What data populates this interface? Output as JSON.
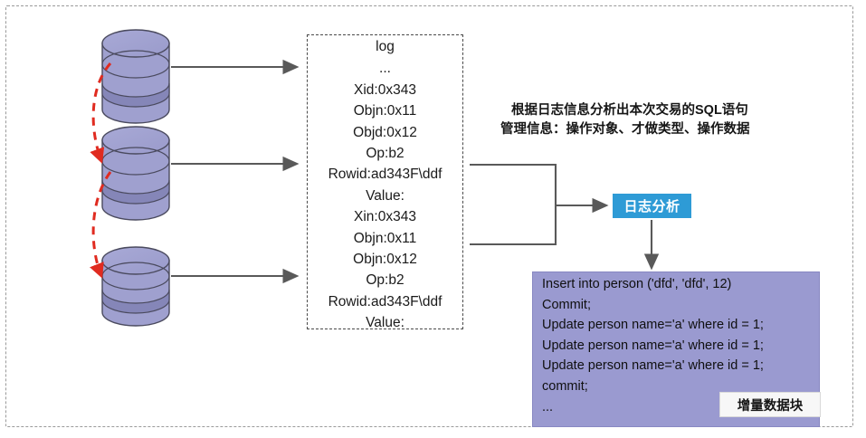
{
  "diagram": {
    "title": "Database log parsing to SQL flow",
    "colors": {
      "cylinder_body": "#9fa0cf",
      "cylinder_band": "#7e7fb0",
      "cylinder_stroke": "#4a4a5e",
      "sql_block": "#9a9ad0",
      "badge_blue": "#2e9bd6",
      "arrow_gray": "#595959",
      "dashed_red": "#e02b20",
      "frame_gray": "#9a9a9a"
    }
  },
  "databases": [
    {
      "name": "database-cylinder-1"
    },
    {
      "name": "database-cylinder-2"
    },
    {
      "name": "database-cylinder-3"
    }
  ],
  "log_box": {
    "lines": [
      "log",
      "...",
      "Xid:0x343",
      "Objn:0x11",
      "Objd:0x12",
      "Op:b2",
      "Rowid:ad343F\\ddf",
      "Value:",
      "Xin:0x343",
      "Objn:0x11",
      "Objn:0x12",
      "Op:b2",
      "Rowid:ad343F\\ddf",
      "Value:"
    ]
  },
  "caption": {
    "line1": "根据日志信息分析出本次交易的SQL语句",
    "line2": "管理信息：操作对象、才做类型、操作数据"
  },
  "badge": {
    "label": "日志分析"
  },
  "sql_block": {
    "lines": [
      "Insert into person ('dfd', 'dfd', 12)",
      "Commit;",
      "Update person name='a' where id = 1;",
      "Update person name='a' where id = 1;",
      "Update person name='a' where id = 1;",
      "commit;",
      "..."
    ],
    "tag_label": "增量数据块"
  }
}
